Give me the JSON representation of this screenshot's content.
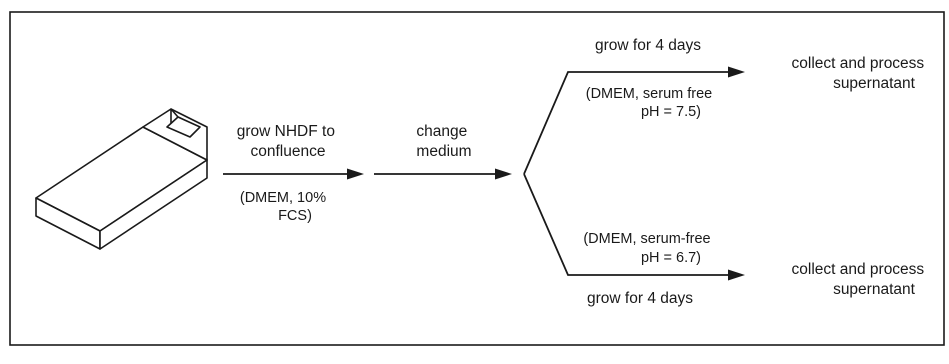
{
  "step1": {
    "label_lines": [
      "grow NHDF to",
      "confluence"
    ],
    "note_lines": [
      "(DMEM,  10%",
      "FCS)"
    ]
  },
  "step2": {
    "label_lines": [
      "change",
      "medium"
    ]
  },
  "branch_upper": {
    "label": "grow for 4 days",
    "note_lines": [
      "(DMEM,  serum free",
      "pH = 7.5)"
    ],
    "result_lines": [
      "collect and process",
      "supernatant"
    ]
  },
  "branch_lower": {
    "label": "grow for 4 days",
    "note_lines": [
      "(DMEM,  serum-free",
      "pH = 6.7)"
    ],
    "result_lines": [
      "collect and process",
      "supernatant"
    ]
  },
  "colors": {
    "line": "#1a1a1a",
    "background": "#ffffff"
  }
}
